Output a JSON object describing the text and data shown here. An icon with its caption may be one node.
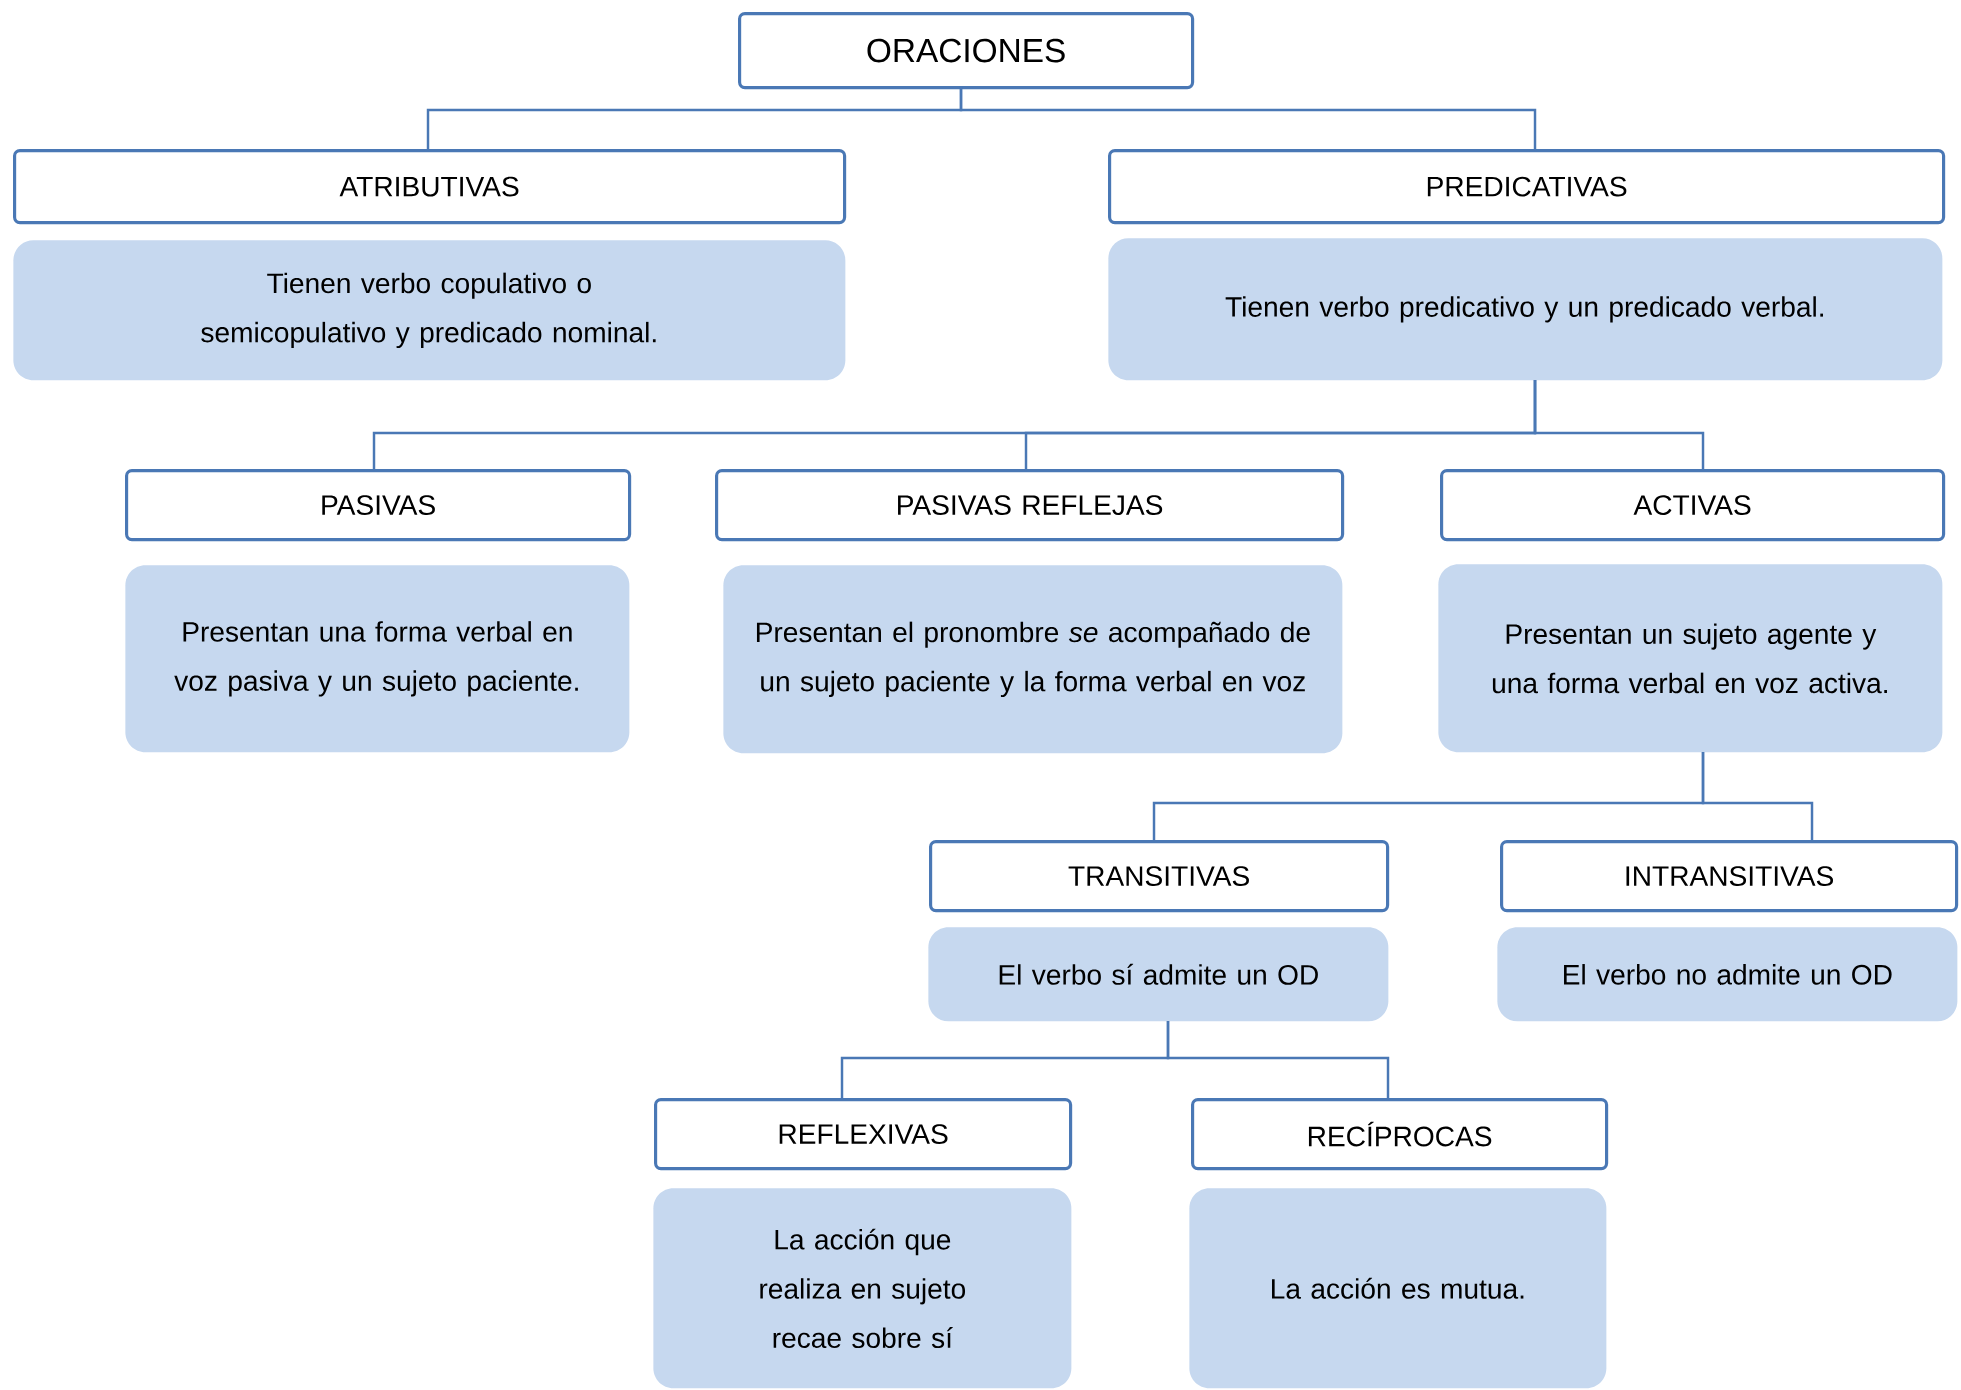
{
  "diagram": {
    "nodes": [
      {
        "text": [
          "ORACIONES"
        ]
      },
      {
        "text": [
          "ATRIBUTIVAS"
        ]
      },
      {
        "text": [
          "Tienen verbo copulativo o semicopulativo y predicado nominal."
        ]
      },
      {
        "text": [
          "PREDICATIVAS"
        ]
      },
      {
        "text": [
          "Tienen verbo predicativo y un predicado verbal."
        ]
      },
      {
        "text": [
          "PASIVAS"
        ]
      },
      {
        "text": [
          "Presentan una forma verbal en voz pasiva y un sujeto paciente."
        ]
      },
      {
        "text": [
          "PASIVAS REFLEJAS"
        ]
      },
      {
        "text": [
          "Presentan el pronombre *se* acompañado de un sujeto paciente y la forma verbal en voz"
        ]
      },
      {
        "text": [
          "ACTIVAS"
        ]
      },
      {
        "text": [
          "Presentan un sujeto agente y una forma verbal en voz activa."
        ]
      },
      {
        "text": [
          "TRANSITIVAS"
        ]
      },
      {
        "text": [
          "El verbo sí admite un OD"
        ]
      },
      {
        "text": [
          "INTRANSITIVAS"
        ]
      },
      {
        "text": [
          "El verbo no admite un OD"
        ]
      },
      {
        "text": [
          "REFLEXIVAS"
        ]
      },
      {
        "text": [
          "La acción que realiza en sujeto recae sobre sí"
        ]
      },
      {
        "text": [
          "RECÍPROCAS"
        ]
      },
      {
        "text": [
          "La acción es mutua."
        ]
      }
    ],
    "edges": [
      {
        "from": 0,
        "to": 1,
        "arrow": "none"
      },
      {
        "from": 0,
        "to": 3,
        "arrow": "none"
      },
      {
        "from": 4,
        "to": 5,
        "arrow": "none"
      },
      {
        "from": 4,
        "to": 7,
        "arrow": "none"
      },
      {
        "from": 4,
        "to": 9,
        "arrow": "none"
      },
      {
        "from": 10,
        "to": 11,
        "arrow": "none"
      },
      {
        "from": 10,
        "to": 13,
        "arrow": "none"
      },
      {
        "from": 12,
        "to": 15,
        "arrow": "none"
      },
      {
        "from": 12,
        "to": 17,
        "arrow": "none"
      }
    ]
  }
}
